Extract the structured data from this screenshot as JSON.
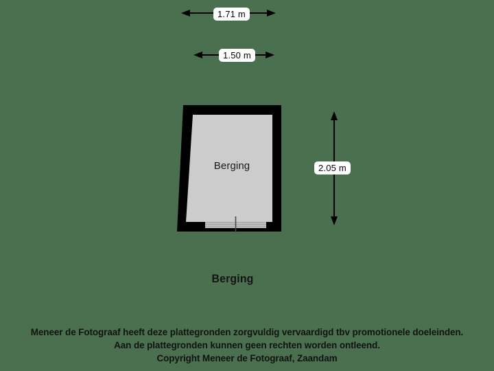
{
  "page": {
    "background_color": "#4a7050",
    "room_fill_color": "#cccccc",
    "wall_color": "#000000",
    "label_box_color": "#ffffff"
  },
  "dimensions": {
    "top_width": "1.71 m",
    "inner_width": "1.50 m",
    "height": "2.05 m"
  },
  "room": {
    "label": "Berging"
  },
  "plan": {
    "caption": "Berging"
  },
  "footer": {
    "line1": "Meneer de Fotograaf heeft deze plattegronden zorgvuldig vervaardigd tbv promotionele doeleinden.",
    "line2": "Aan de plattegronden kunnen geen rechten worden ontleend.",
    "line3": "Copyright Meneer de Fotograaf, Zaandam"
  }
}
